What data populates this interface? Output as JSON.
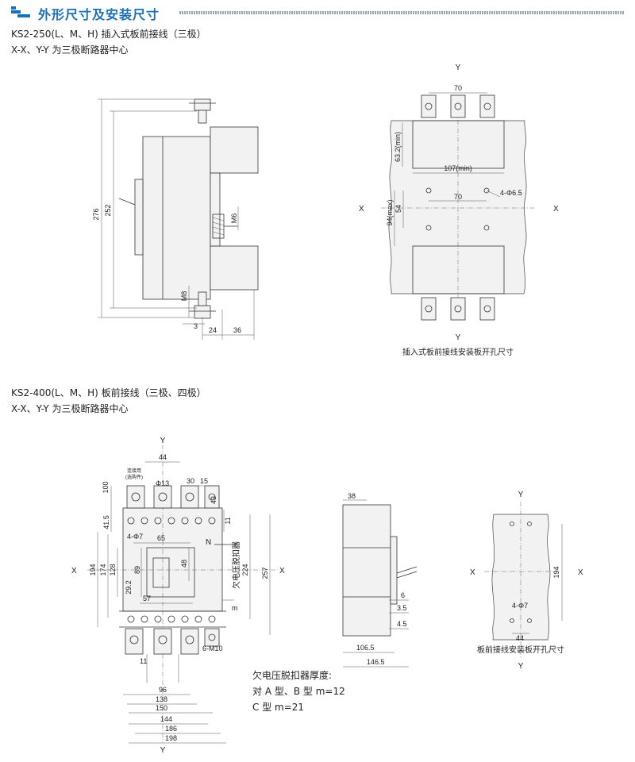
{
  "header": {
    "title": "外形尺寸及安装尺寸"
  },
  "section1": {
    "heading": "KS2-250(L、M、H) 插入式板前接线（三极）",
    "subheading": "X-X、Y-Y 为三极断路器中心",
    "side": {
      "d276": "276",
      "d252": "252",
      "m6": "M6",
      "m8": "M8",
      "d3": "3",
      "d24": "24",
      "d36": "36"
    },
    "plate": {
      "y_top": "Y",
      "y_bottom": "Y",
      "x_left": "X",
      "x_right": "X",
      "d70_top": "70",
      "d63": "63.2(min)",
      "d107": "107(min)",
      "d94": "94(max)",
      "d54": "54",
      "d70_mid": "70",
      "holes": "4-Φ6.5",
      "caption": "插入式板前接线安装板开孔尺寸"
    }
  },
  "section2": {
    "heading": "KS2-400(L、M、H) 板前接线（三极、四极）",
    "subheading": "X-X、Y-Y 为三极断路器中心",
    "front": {
      "y_top": "Y",
      "y_bottom": "Y",
      "x_left": "X",
      "x_right": "X",
      "d44": "44",
      "d100": "100",
      "note_line1": "连接用",
      "note_line2": "(选购件)",
      "phi13": "Φ13",
      "d30": "30",
      "d15": "15",
      "d43": "43",
      "d41": "41.5",
      "d11": "11",
      "holes": "4-Φ7",
      "d65": "65",
      "n": "N",
      "d194": "194",
      "d174": "174",
      "d128": "128",
      "d89": "89",
      "d48": "48",
      "d29": "29.2",
      "d57": "57",
      "d224": "224",
      "d257": "257",
      "m": "m",
      "uv_label": "欠电压脱扣器",
      "m10": "6-M10",
      "d11b": "11",
      "d96": "96",
      "d138": "138",
      "d150": "150",
      "d144": "144",
      "d186": "186",
      "d198": "198"
    },
    "side": {
      "d38": "38",
      "d6": "6",
      "d35": "3.5",
      "d45": "4.5",
      "d1065": "106.5",
      "d1465": "146.5"
    },
    "plate": {
      "y_top": "Y",
      "y_bottom": "Y",
      "x_left": "X",
      "x_right": "X",
      "d194": "194",
      "holes": "4-Φ7",
      "d44": "44",
      "caption": "板前接线安装板开孔尺寸"
    },
    "notes": {
      "line1": "欠电压脱扣器厚度:",
      "line2": "对 A 型、B 型 m=12",
      "line3": "C 型 m=21"
    }
  },
  "colors": {
    "accent": "#1b6fb6",
    "line": "#333333",
    "fill": "#f2f2f2"
  }
}
